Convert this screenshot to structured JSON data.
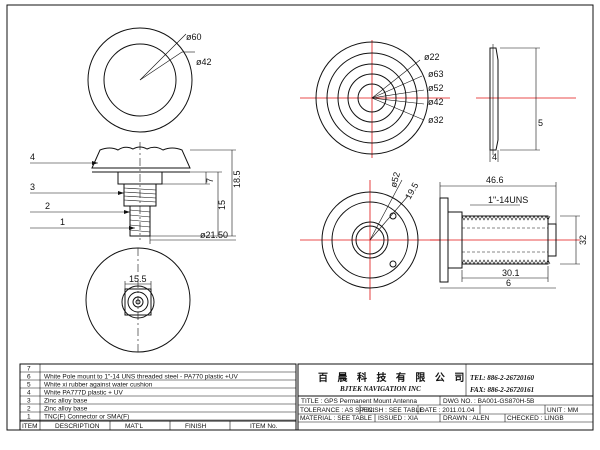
{
  "colors": {
    "line": "#111111",
    "centerline": "#e01010",
    "background": "#ffffff"
  },
  "top_view": {
    "dia_outer": "ø60",
    "dia_inner": "ø42"
  },
  "side_view": {
    "callouts": [
      "4",
      "3",
      "2",
      "1"
    ],
    "dims": [
      "7",
      "15",
      "18.5",
      "ø21.50"
    ]
  },
  "bottom_view": {
    "dim": "15.5"
  },
  "rings_view": {
    "dims": [
      "ø22",
      "ø63",
      "ø52",
      "ø42",
      "ø32"
    ]
  },
  "edge_view": {
    "dims": [
      "4",
      "5"
    ]
  },
  "flange_view": {
    "dims": [
      "ø52",
      "19.5"
    ]
  },
  "profile_view": {
    "dims": [
      "46.6",
      "1\"-14UNS",
      "32",
      "30.1",
      "6"
    ]
  },
  "parts": [
    {
      "no": "7",
      "desc": ""
    },
    {
      "no": "6",
      "desc": "White Pole mount to 1\"-14 UNS threaded steel - PA770 plastic +UV"
    },
    {
      "no": "5",
      "desc": "White xi rubber against water cushion"
    },
    {
      "no": "4",
      "desc": "White PA777D plastic + UV"
    },
    {
      "no": "3",
      "desc": "Zinc alloy base"
    },
    {
      "no": "2",
      "desc": "Zinc alloy base"
    },
    {
      "no": "1",
      "desc": "TNC(F) Connector or SMA(F)"
    }
  ],
  "parts_header": [
    "ITEM",
    "DESCRIPTION",
    "MAT'L",
    "FINISH",
    "ITEM No."
  ],
  "title_block": {
    "company_cn": "百 晨 科 技 有 限 公 司",
    "company_en": "BJTEK NAVIGATION INC",
    "tel": "TEL: 886-2-26720160",
    "fax": "FAX: 886-2-26720161",
    "title": "TITLE : GPS Permanent Mount Antenna",
    "dwg": "DWG NO. : BA001-GS870H-5B",
    "tolerance": "TOLERANCE : AS SPEC.",
    "finish": "FINISH : SEE TABLE",
    "date": "DATE : 2011.01.04",
    "unit": "UNIT : MM",
    "material": "MATERIAL : SEE TABLE",
    "issued": "ISSUED : XIA",
    "drawn": "DRAWN : ALEN",
    "checked": "CHECKED : LINGB"
  }
}
